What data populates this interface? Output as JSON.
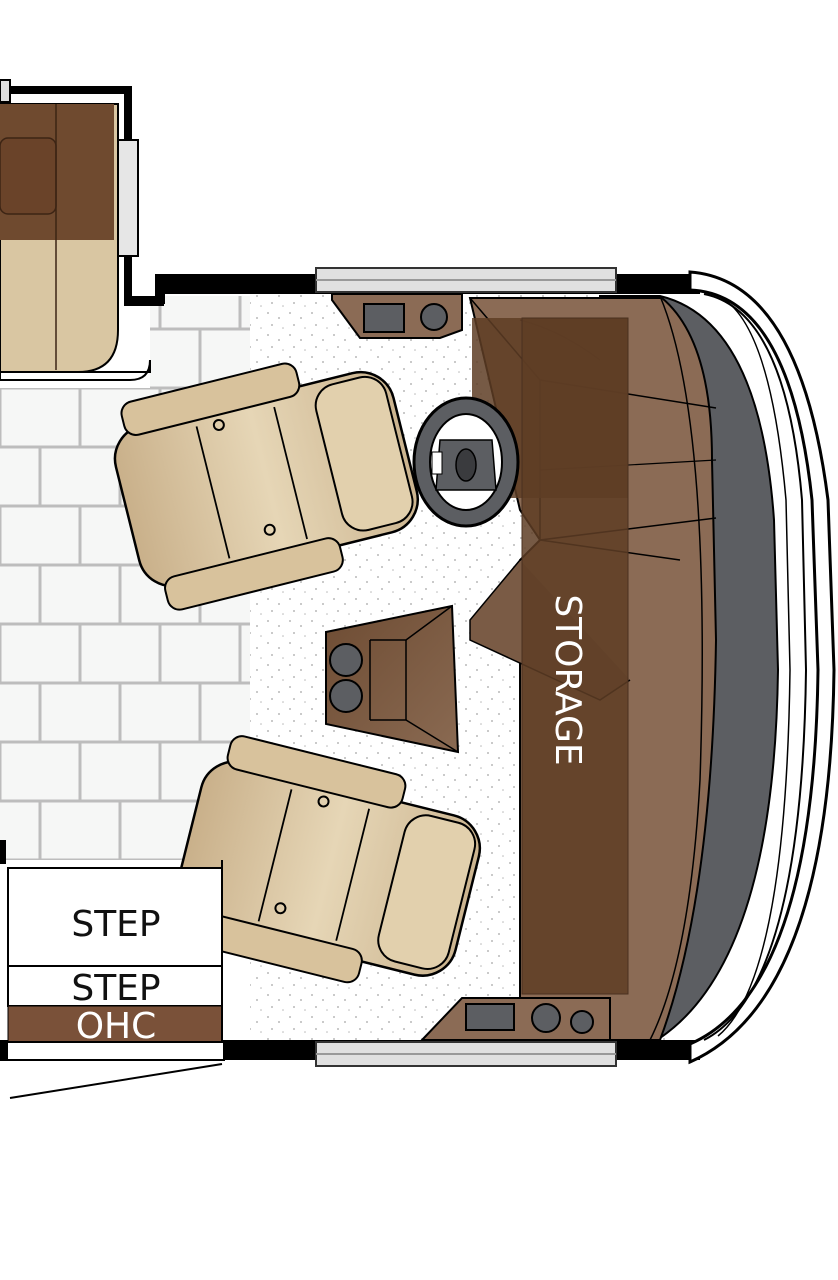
{
  "labels": {
    "storage": "STORAGE",
    "step_upper": "STEP",
    "step_lower": "STEP",
    "ohc": "OHC"
  },
  "colors": {
    "dark_brown": "#5e3d24",
    "medium_brown": "#8b6b55",
    "cream": "#e2d0ad",
    "tan": "#c9b08a",
    "dash_gray": "#5c5e62",
    "tile_gray": "#bdbdbd",
    "carpet": "#f6f6f4",
    "wall": "#000000"
  }
}
